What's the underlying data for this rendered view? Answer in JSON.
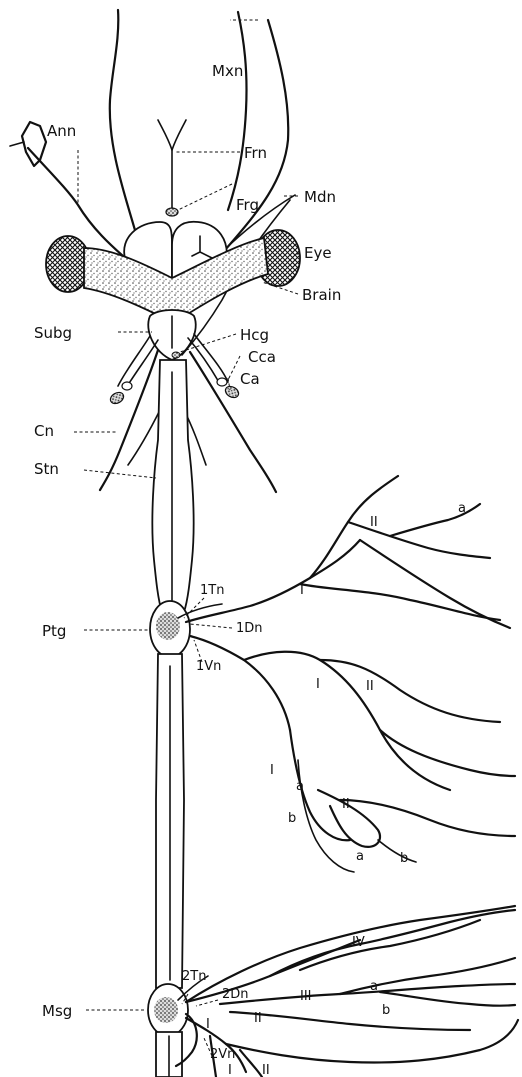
{
  "labels": {
    "ann": "Ann",
    "mxn": "Mxn",
    "frn": "Frn",
    "frg": "Frg",
    "mdn": "Mdn",
    "eye": "Eye",
    "brain": "Brain",
    "subg": "Subg",
    "hcg": "Hcg",
    "cca": "Cca",
    "ca": "Ca",
    "cn": "Cn",
    "stn": "Stn",
    "ptg": "Ptg",
    "t1n": "1Tn",
    "d1n": "1Dn",
    "v1n": "1Vn",
    "msg": "Msg",
    "t2n": "2Tn",
    "d2n": "2Dn",
    "v2n": "2Vn"
  },
  "branch_marks": {
    "d1_II": "II",
    "d1_I": "I",
    "d1_a": "a",
    "v1_I": "I",
    "v1_II": "II",
    "v1_I2": "I",
    "v1_a": "a",
    "v1_b": "b",
    "v1_II2": "II",
    "v1_a2": "a",
    "v1_b2": "b",
    "d2_IV": "IV",
    "d2_III": "III",
    "d2_II": "II",
    "d2_I": "I",
    "d2_a": "a",
    "d2_b": "b",
    "v2_I": "I",
    "v2_II": "II"
  }
}
